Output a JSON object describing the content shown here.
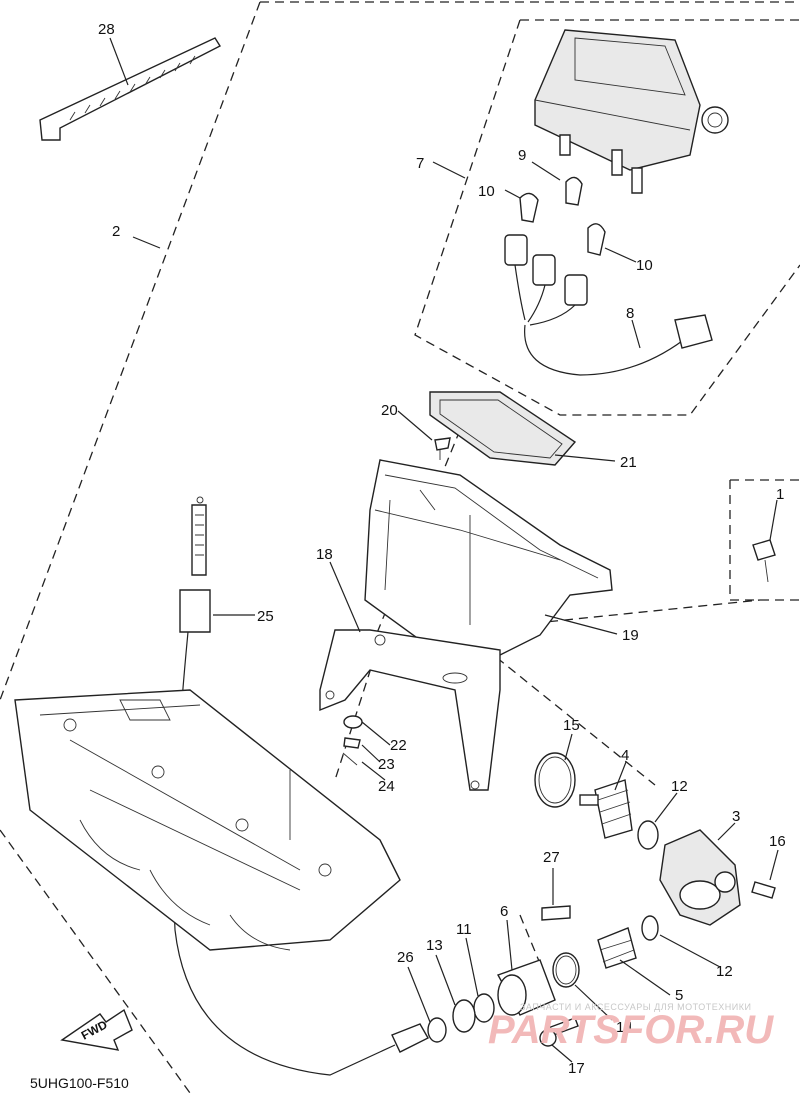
{
  "diagram": {
    "callouts": [
      "1",
      "2",
      "3",
      "4",
      "5",
      "6",
      "7",
      "8",
      "9",
      "10",
      "10",
      "11",
      "12",
      "12",
      "13",
      "14",
      "15",
      "16",
      "17",
      "18",
      "19",
      "20",
      "21",
      "22",
      "23",
      "24",
      "25",
      "26",
      "27",
      "28"
    ],
    "fwd_label": "FWD",
    "code": "5UHG100-F510"
  },
  "watermark": {
    "tagline": "ЗАПЧАСТИ И АКСЕССУАРЫ ДЛЯ МОТОТЕХНИКИ",
    "brand": "PARTSFOR.RU"
  }
}
